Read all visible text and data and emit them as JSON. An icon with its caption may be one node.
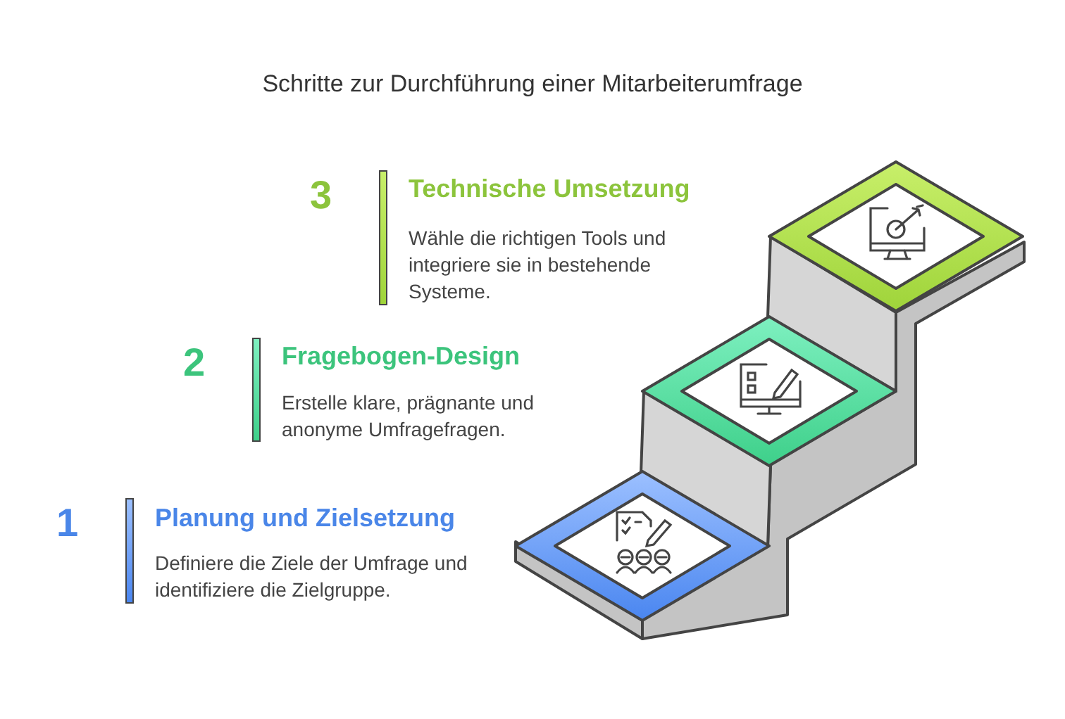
{
  "diagram": {
    "title": "Schritte zur Durchführung einer Mitarbeiterumfrage",
    "labels": [
      "3",
      "Technische Umsetzung",
      "Wähle die richtigen Tools und integriere sie in bestehende Systeme.",
      "2",
      "Fragebogen-Design",
      "Erstelle klare, prägnante und anonyme Umfragefragen.",
      "1",
      "Planung und Zielsetzung",
      "Definiere die Ziele der Umfrage und identifiziere die Zielgruppe."
    ]
  }
}
